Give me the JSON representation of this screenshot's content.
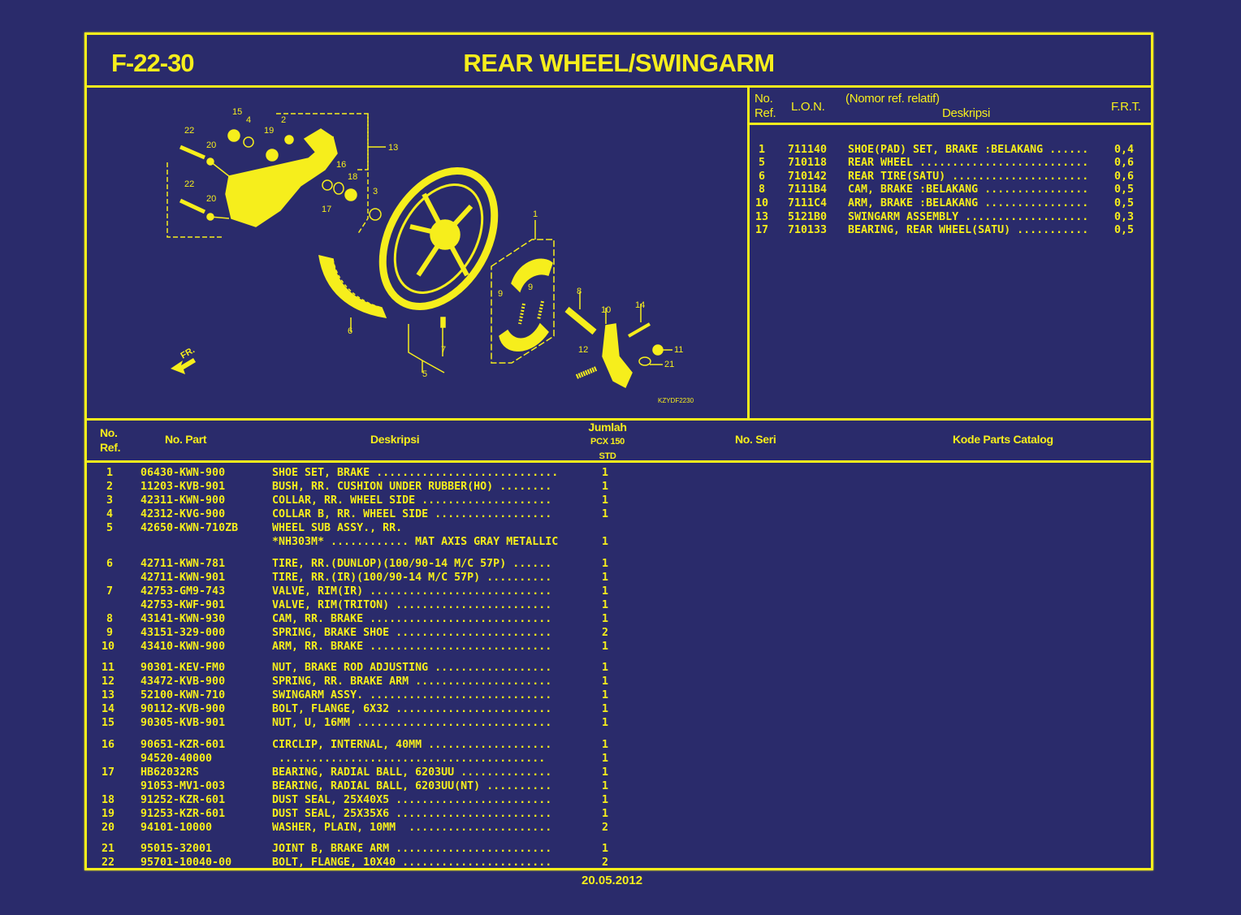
{
  "header": {
    "figure_code": "F-22-30",
    "title": "REAR WHEEL/SWINGARM"
  },
  "diagram": {
    "drawing_id": "KZYDF2230",
    "front_indicator": "FR.",
    "callouts": [
      "1",
      "2",
      "3",
      "4",
      "5",
      "6",
      "7",
      "8",
      "9",
      "9",
      "10",
      "11",
      "12",
      "13",
      "14",
      "15",
      "16",
      "17",
      "18",
      "19",
      "20",
      "20",
      "21",
      "22",
      "22"
    ]
  },
  "frt_table": {
    "headers": {
      "no_ref": "No. Ref.",
      "no_ref_line1": "No.",
      "no_ref_line2": "Ref.",
      "lon": "L.O.N.",
      "desc_note": "(Nomor ref. relatif)",
      "desc": "Deskripsi",
      "frt": "F.R.T."
    },
    "rows": [
      {
        "ref": "1",
        "lon": "711140",
        "desc": "SHOE(PAD) SET, BRAKE :BELAKANG ......",
        "frt": "0,4"
      },
      {
        "ref": "5",
        "lon": "710118",
        "desc": "REAR WHEEL ..........................",
        "frt": "0,6"
      },
      {
        "ref": "6",
        "lon": "710142",
        "desc": "REAR TIRE(SATU) .....................",
        "frt": "0,6"
      },
      {
        "ref": "8",
        "lon": "7111B4",
        "desc": "CAM, BRAKE :BELAKANG ................",
        "frt": "0,5"
      },
      {
        "ref": "10",
        "lon": "7111C4",
        "desc": "ARM, BRAKE :BELAKANG ................",
        "frt": "0,5"
      },
      {
        "ref": "13",
        "lon": "5121B0",
        "desc": "SWINGARM ASSEMBLY ...................",
        "frt": "0,3"
      },
      {
        "ref": "17",
        "lon": "710133",
        "desc": "BEARING, REAR WHEEL(SATU) ...........",
        "frt": "0,5"
      }
    ]
  },
  "parts_table": {
    "headers": {
      "no_ref_line1": "No.",
      "no_ref_line2": "Ref.",
      "part_no": "No. Part",
      "desc": "Deskripsi",
      "qty_title": "Jumlah",
      "qty_model": "PCX 150",
      "qty_variant": "STD",
      "serial": "No. Seri",
      "catalog_code": "Kode Parts Catalog"
    },
    "rows": [
      {
        "ref": "1",
        "part": "06430-KWN-900",
        "desc": "SHOE SET, BRAKE ............................",
        "qty": "1"
      },
      {
        "ref": "2",
        "part": "11203-KVB-901",
        "desc": "BUSH, RR. CUSHION UNDER RUBBER(HO) ........",
        "qty": "1"
      },
      {
        "ref": "3",
        "part": "42311-KWN-900",
        "desc": "COLLAR, RR. WHEEL SIDE ....................",
        "qty": "1"
      },
      {
        "ref": "4",
        "part": "42312-KVG-900",
        "desc": "COLLAR B, RR. WHEEL SIDE ..................",
        "qty": "1"
      },
      {
        "ref": "5",
        "part": "42650-KWN-710ZB",
        "desc": "WHEEL SUB ASSY., RR.",
        "qty": ""
      },
      {
        "ref": "",
        "part": "",
        "desc": "*NH303M* ............ MAT AXIS GRAY METALLIC",
        "qty": "1"
      },
      {
        "ref": "6",
        "part": "42711-KWN-781",
        "desc": "TIRE, RR.(DUNLOP)(100/90-14 M/C 57P) ......",
        "qty": "1"
      },
      {
        "ref": "",
        "part": "42711-KWN-901",
        "desc": "TIRE, RR.(IR)(100/90-14 M/C 57P) ..........",
        "qty": "1"
      },
      {
        "ref": "7",
        "part": "42753-GM9-743",
        "desc": "VALVE, RIM(IR) ............................",
        "qty": "1"
      },
      {
        "ref": "",
        "part": "42753-KWF-901",
        "desc": "VALVE, RIM(TRITON) ........................",
        "qty": "1"
      },
      {
        "ref": "8",
        "part": "43141-KWN-930",
        "desc": "CAM, RR. BRAKE ............................",
        "qty": "1"
      },
      {
        "ref": "9",
        "part": "43151-329-000",
        "desc": "SPRING, BRAKE SHOE ........................",
        "qty": "2"
      },
      {
        "ref": "10",
        "part": "43410-KWN-900",
        "desc": "ARM, RR. BRAKE ............................",
        "qty": "1"
      },
      {
        "ref": "11",
        "part": "90301-KEV-FM0",
        "desc": "NUT, BRAKE ROD ADJUSTING ..................",
        "qty": "1"
      },
      {
        "ref": "12",
        "part": "43472-KVB-900",
        "desc": "SPRING, RR. BRAKE ARM .....................",
        "qty": "1"
      },
      {
        "ref": "13",
        "part": "52100-KWN-710",
        "desc": "SWINGARM ASSY. ............................",
        "qty": "1"
      },
      {
        "ref": "14",
        "part": "90112-KVB-900",
        "desc": "BOLT, FLANGE, 6X32 ........................",
        "qty": "1"
      },
      {
        "ref": "15",
        "part": "90305-KVB-901",
        "desc": "NUT, U, 16MM ..............................",
        "qty": "1"
      },
      {
        "ref": "16",
        "part": "90651-KZR-601",
        "desc": "CIRCLIP, INTERNAL, 40MM ...................",
        "qty": "1"
      },
      {
        "ref": "",
        "part": "94520-40000",
        "desc": " .........................................",
        "qty": "1"
      },
      {
        "ref": "17",
        "part": "HB62032RS",
        "desc": "BEARING, RADIAL BALL, 6203UU ..............",
        "qty": "1"
      },
      {
        "ref": "",
        "part": "91053-MV1-003",
        "desc": "BEARING, RADIAL BALL, 6203UU(NT) ..........",
        "qty": "1"
      },
      {
        "ref": "18",
        "part": "91252-KZR-601",
        "desc": "DUST SEAL, 25X40X5 ........................",
        "qty": "1"
      },
      {
        "ref": "19",
        "part": "91253-KZR-601",
        "desc": "DUST SEAL, 25X35X6 ........................",
        "qty": "1"
      },
      {
        "ref": "20",
        "part": "94101-10000",
        "desc": "WASHER, PLAIN, 10MM  ......................",
        "qty": "2"
      },
      {
        "ref": "21",
        "part": "95015-32001",
        "desc": "JOINT B, BRAKE ARM ........................",
        "qty": "1"
      },
      {
        "ref": "22",
        "part": "95701-10040-00",
        "desc": "BOLT, FLANGE, 10X40 .......................",
        "qty": "2"
      }
    ]
  },
  "footer": {
    "date": "20.05.2012"
  },
  "colors": {
    "background": "#2a2b6b",
    "ink": "#f6ee1c"
  }
}
